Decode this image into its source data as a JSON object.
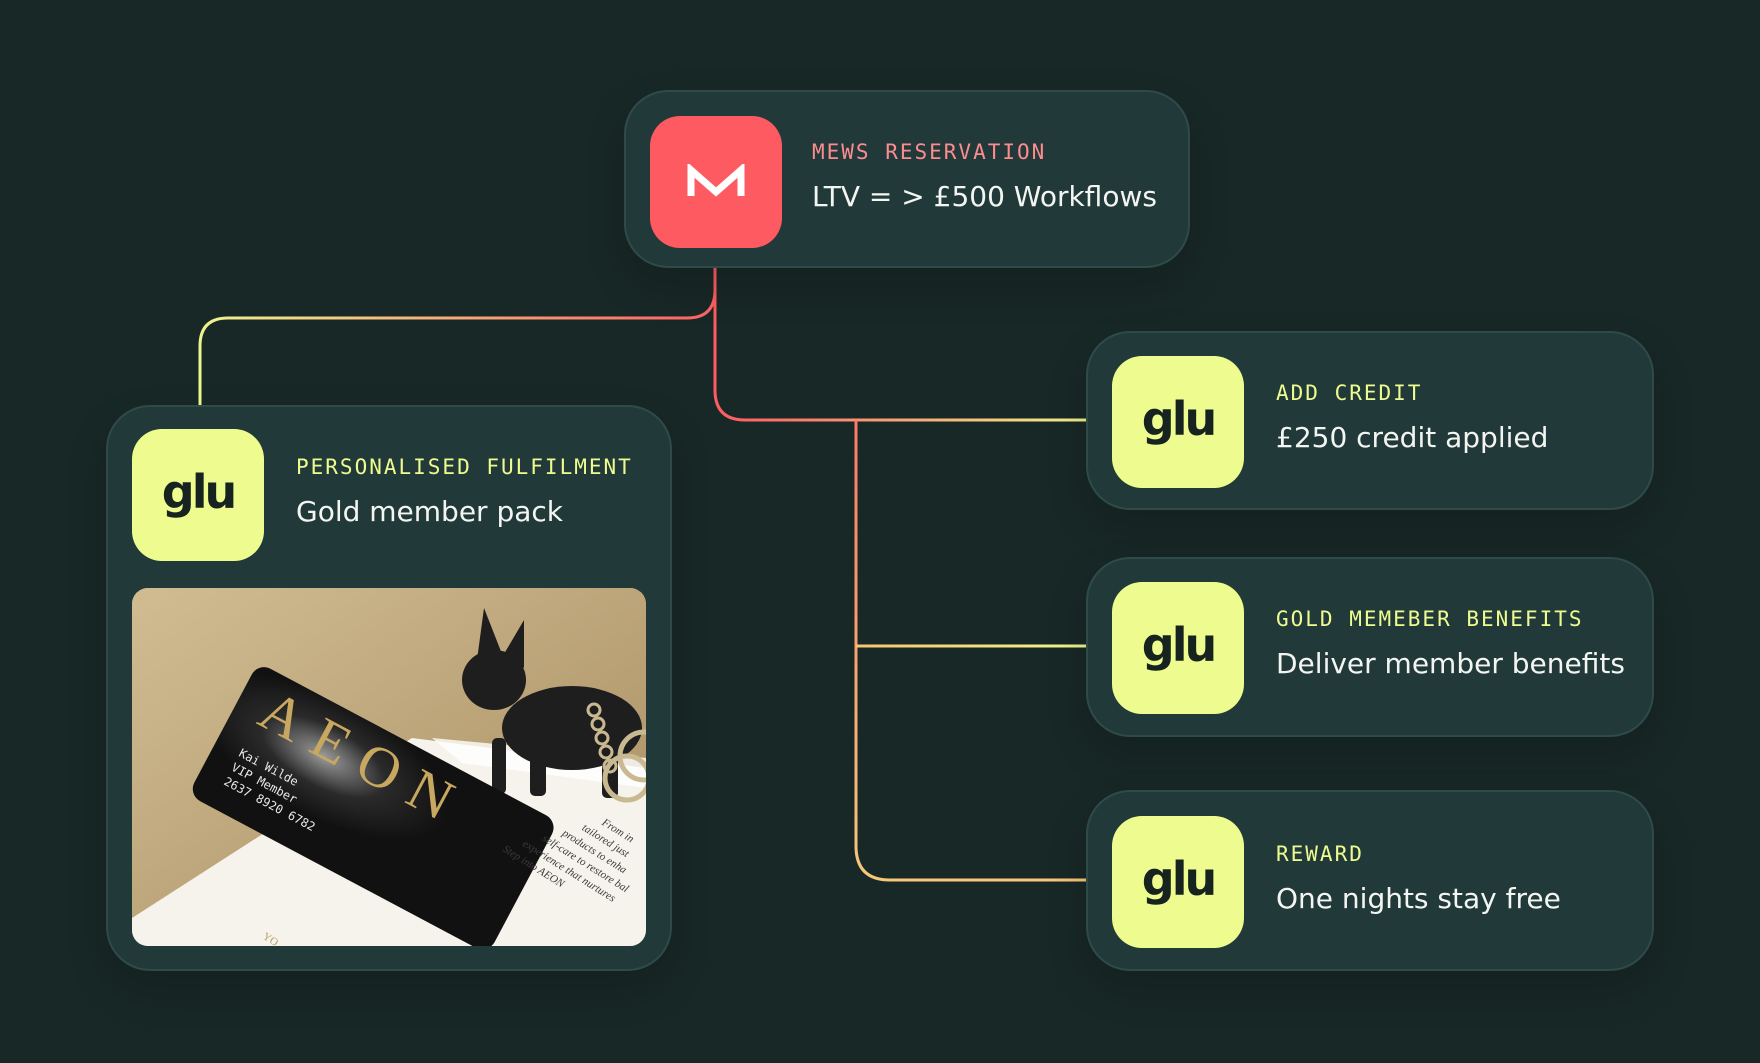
{
  "colors": {
    "background": "#182826",
    "card": "#22393a",
    "card_border": "#2e4b4a",
    "glu_yellow": "#eefc8f",
    "mews_red": "#fd5b61",
    "label_pink": "#fd8c8f",
    "line_red": "#fd5b61",
    "line_yellow": "#eefc8f"
  },
  "mews": {
    "logo_letter": "M",
    "label": "MEWS RESERVATION",
    "text": "LTV = > £500 Workflows",
    "icon": "mews-logo-icon"
  },
  "fulfilment": {
    "logo": "glu",
    "label": "PERSONALISED FULFILMENT",
    "text": "Gold member pack",
    "image": {
      "brand": "AEON",
      "card_name": "Kai Wilde",
      "card_tier": "VIP Member",
      "card_number": "2637 8920 6782",
      "paper_lines": [
        "From in",
        "tailored just",
        "products to enha",
        "self-care to restore bal",
        "experience that nurtures",
        "Step into AEON"
      ],
      "paper_fragment": "YO"
    }
  },
  "credit": {
    "logo": "glu",
    "label": "ADD CREDIT",
    "text": "£250 credit applied"
  },
  "benefits": {
    "logo": "glu",
    "label": "GOLD MEMEBER BENEFITS",
    "text": "Deliver member benefits"
  },
  "reward": {
    "logo": "glu",
    "label": "REWARD",
    "text": "One nights stay free"
  }
}
